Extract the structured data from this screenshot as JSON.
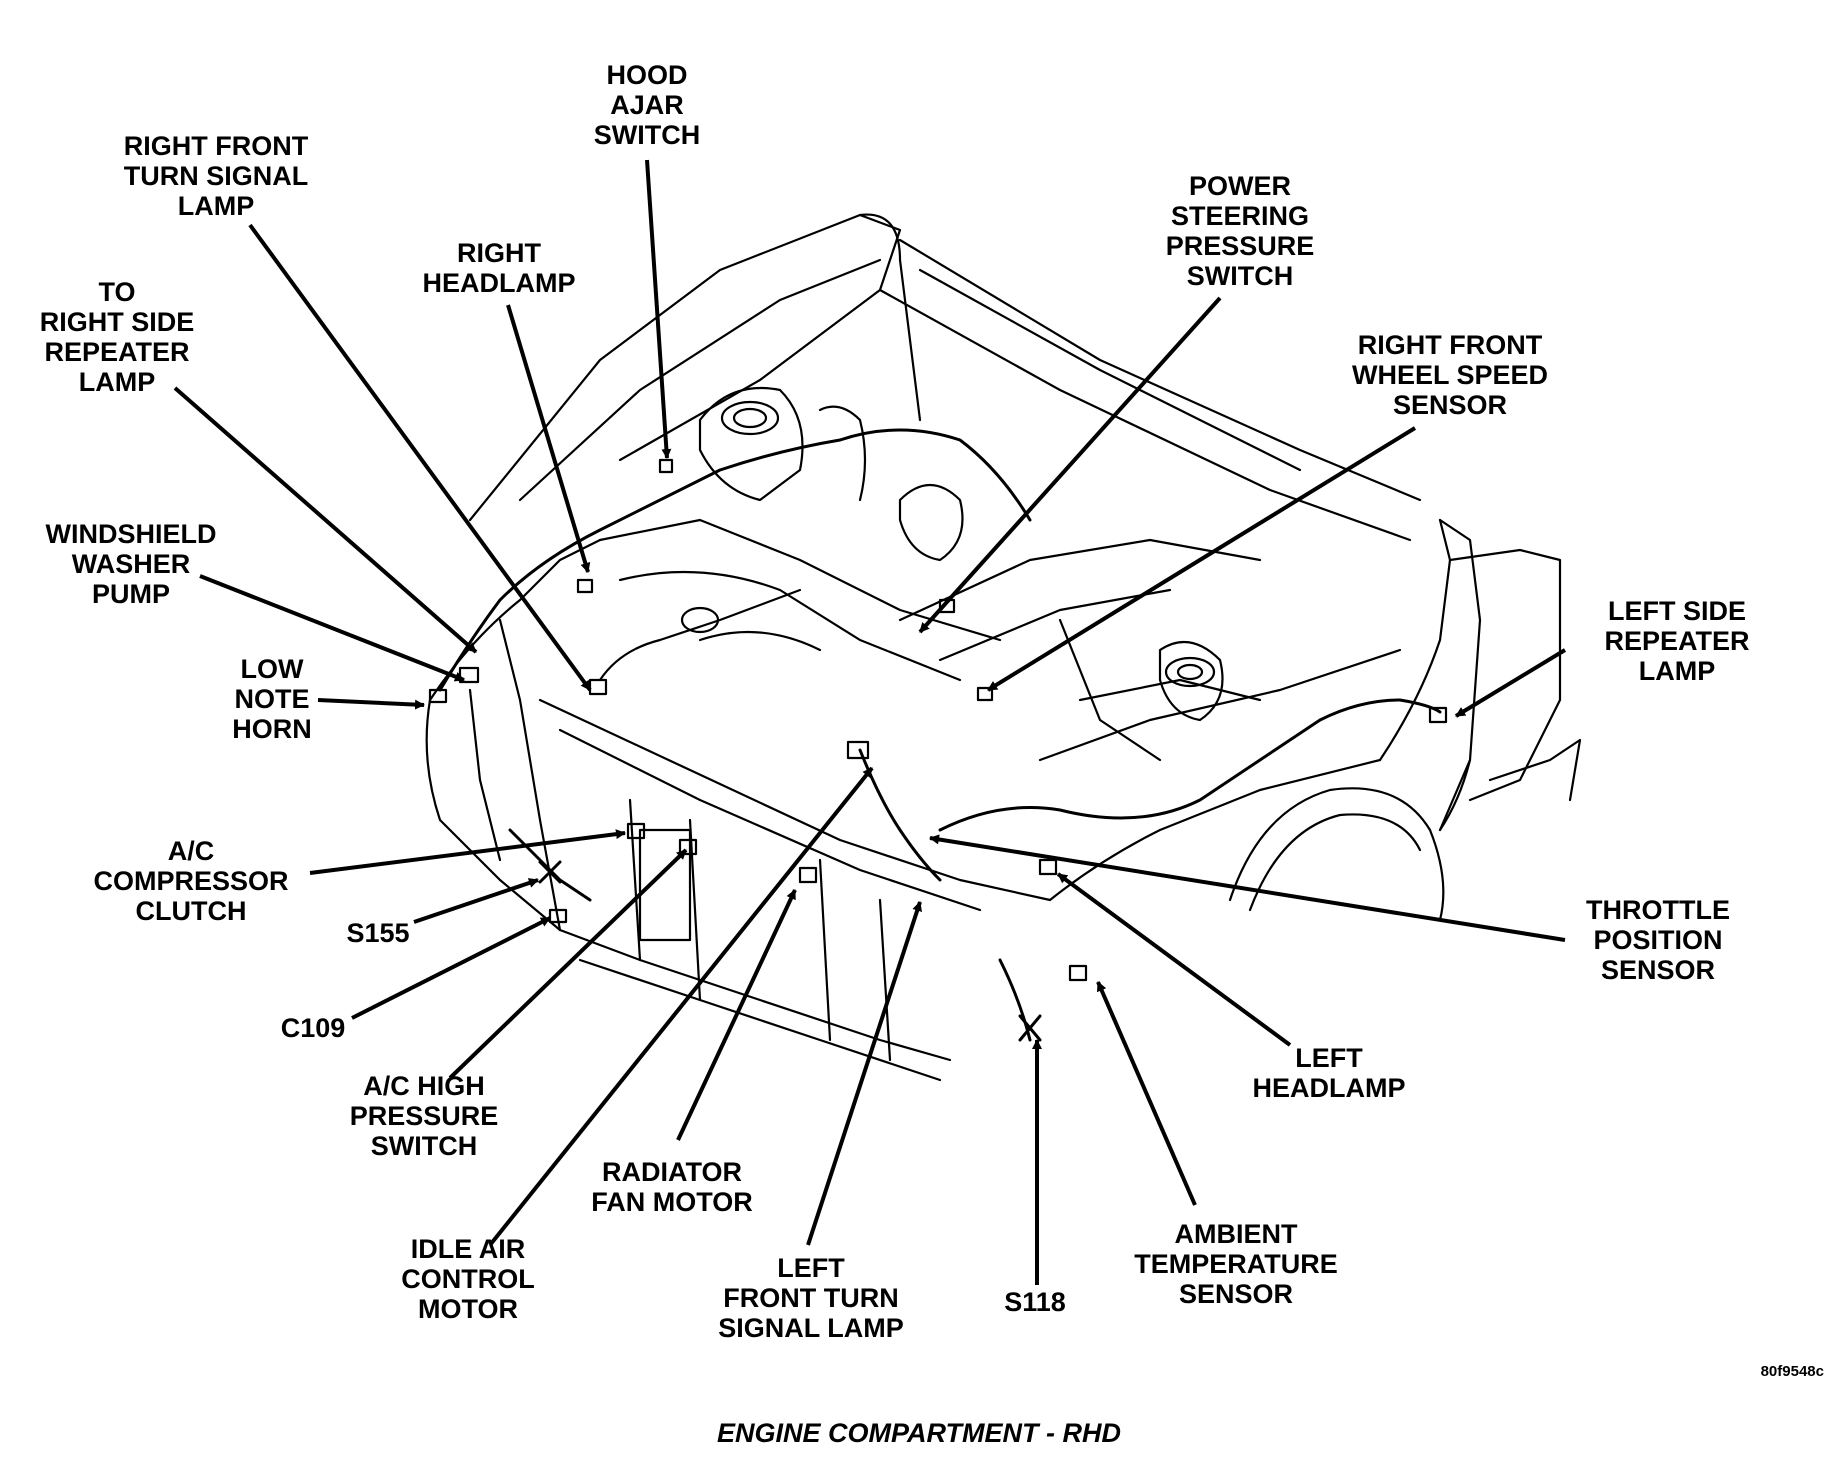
{
  "labels": {
    "hood_ajar_switch": "HOOD\nAJAR\nSWITCH",
    "right_front_turn_signal_lamp": "RIGHT FRONT\nTURN SIGNAL\nLAMP",
    "right_headlamp": "RIGHT\nHEADLAMP",
    "power_steering_pressure_switch": "POWER\nSTEERING\nPRESSURE\nSWITCH",
    "to_right_side_repeater_lamp": "TO\nRIGHT SIDE\nREPEATER\nLAMP",
    "right_front_wheel_speed_sensor": "RIGHT FRONT\nWHEEL SPEED\nSENSOR",
    "windshield_washer_pump": "WINDSHIELD\nWASHER\nPUMP",
    "left_side_repeater_lamp": "LEFT SIDE\nREPEATER\nLAMP",
    "low_note_horn": "LOW\nNOTE\nHORN",
    "ac_compressor_clutch": "A/C\nCOMPRESSOR\nCLUTCH",
    "throttle_position_sensor": "THROTTLE\nPOSITION\nSENSOR",
    "s155": "S155",
    "c109": "C109",
    "left_headlamp": "LEFT\nHEADLAMP",
    "ac_high_pressure_switch": "A/C HIGH\nPRESSURE\nSWITCH",
    "radiator_fan_motor": "RADIATOR\nFAN MOTOR",
    "ambient_temperature_sensor": "AMBIENT\nTEMPERATURE\nSENSOR",
    "idle_air_control_motor": "IDLE AIR\nCONTROL\nMOTOR",
    "left_front_turn_signal_lamp": "LEFT\nFRONT TURN\nSIGNAL LAMP",
    "s118": "S118"
  },
  "figure_id": "80f9548c",
  "caption": "ENGINE COMPARTMENT - RHD"
}
